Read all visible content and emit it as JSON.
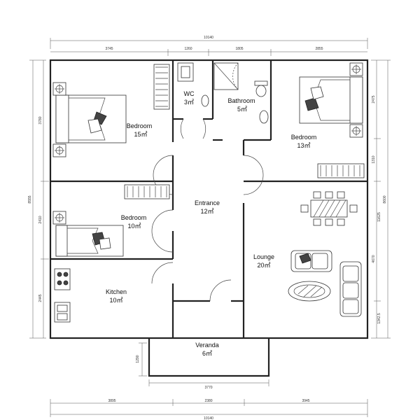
{
  "rooms": {
    "bedroom_large": {
      "name": "Bedroom",
      "area": "15㎡"
    },
    "wc": {
      "name": "WC",
      "area": "3㎡"
    },
    "bathroom": {
      "name": "Bathroom",
      "area": "5㎡"
    },
    "bedroom_right": {
      "name": "Bedroom",
      "area": "13㎡"
    },
    "bedroom_mid": {
      "name": "Bedroom",
      "area": "10㎡"
    },
    "entrance": {
      "name": "Entrance",
      "area": "12㎡"
    },
    "lounge": {
      "name": "Lounge",
      "area": "20㎡"
    },
    "kitchen": {
      "name": "Kitchen",
      "area": "10㎡"
    },
    "veranda": {
      "name": "Veranda",
      "area": "6㎡"
    }
  },
  "dimensions": {
    "top_total": "10140",
    "top_segments": [
      "3745",
      "1260",
      "1805",
      "2855"
    ],
    "bottom_segments": [
      "3895",
      "2380",
      "3945"
    ],
    "bottom_total": "10140",
    "veranda_width": "3770",
    "veranda_depth": "1290",
    "left_total": "8555",
    "left_segments": [
      "3780",
      "2410",
      "2445"
    ],
    "right_total": "8600",
    "right_segments": [
      "2475",
      "1310",
      "11625",
      "4670",
      "1342.5"
    ]
  }
}
